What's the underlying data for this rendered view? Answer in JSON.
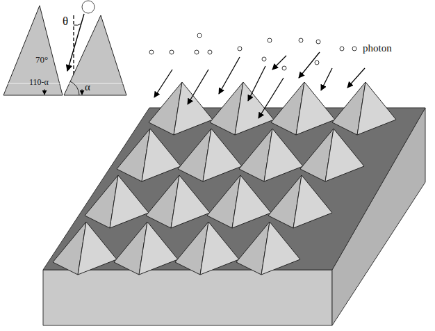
{
  "diagram": {
    "labels": [
      "θ",
      "70°",
      "110-α",
      "α",
      "photon"
    ]
  }
}
